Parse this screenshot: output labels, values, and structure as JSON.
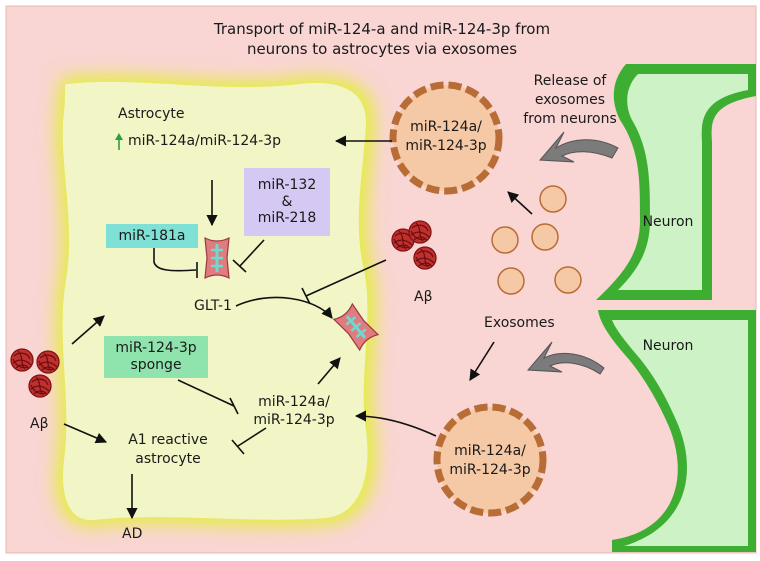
{
  "title": {
    "line1": "Transport of miR-124-a and miR-124-3p from",
    "line2": "neurons to astrocytes via exosomes"
  },
  "astrocyte": {
    "label": "Astrocyte",
    "up_arrow_color": "#2e9e3e",
    "upregulated": "miR-124a/miR-124-3p"
  },
  "boxes": {
    "mir181a": {
      "text": "miR-181a",
      "color": "#7fe0d6"
    },
    "mir132": {
      "line1": "miR-132",
      "line2": "&",
      "line3": "miR-218",
      "color": "#d5c8f2"
    },
    "sponge": {
      "line1": "miR-124-3p",
      "line2": "sponge",
      "color": "#8fe3ad"
    }
  },
  "labels": {
    "glt1": "GLT-1",
    "abeta_inner": "Aβ",
    "abeta_left": "Aβ",
    "inner_mir_1": "miR-124a/",
    "inner_mir_2": "miR-124-3p",
    "a1_line1": "A1 reactive",
    "a1_line2": "astrocyte",
    "ad": "AD",
    "exosomes": "Exosomes",
    "release_1": "Release of",
    "release_2": "exosomes",
    "release_3": "from neurons"
  },
  "exosome_large_top": {
    "line1": "miR-124a/",
    "line2": "miR-124-3p"
  },
  "exosome_large_bottom": {
    "line1": "miR-124a/",
    "line2": "miR-124-3p"
  },
  "neurons": {
    "top": "Neuron",
    "bottom": "Neuron"
  },
  "colors": {
    "background": "#f9d5d3",
    "astrocyte_fill": "#f2f5c6",
    "astrocyte_glow": "#e3ee3a",
    "neuron_fill": "#cdf2c6",
    "neuron_border": "#3eae33",
    "exosome_fill": "#f5c8a6",
    "exosome_border": "#b86c36",
    "receptor": "#e07b80",
    "receptor_stripe": "#6ed9cf",
    "plaque": "#c0302f",
    "release_arrow": "#7b7b7b"
  }
}
